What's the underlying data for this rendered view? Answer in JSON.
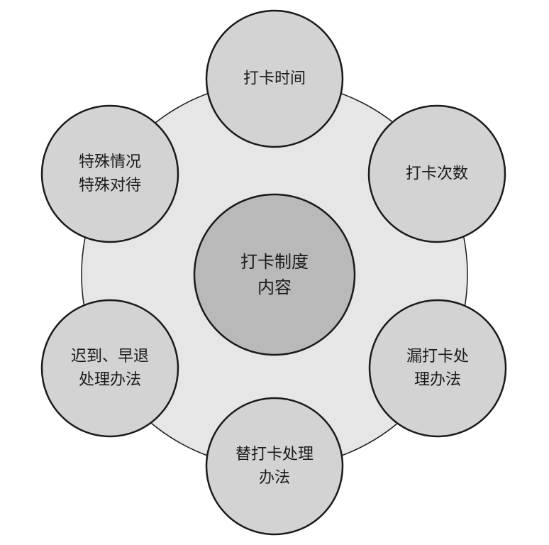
{
  "colors": {
    "outer_ring_fill": "#e6e6e6",
    "satellite_fill": "#d3d3d3",
    "center_fill": "#b9b9b9",
    "stroke": "#1a1a1a"
  },
  "center": {
    "lines": [
      "打卡制度",
      "内容"
    ]
  },
  "nodes": [
    {
      "id": "punch-time",
      "lines": [
        "打卡时间"
      ]
    },
    {
      "id": "punch-count",
      "lines": [
        "打卡次数"
      ]
    },
    {
      "id": "missed-punch",
      "lines": [
        "漏打卡处",
        "理办法"
      ]
    },
    {
      "id": "proxy-punch",
      "lines": [
        "替打卡处理",
        "办法"
      ]
    },
    {
      "id": "late-early",
      "lines": [
        "迟到、早退",
        "处理办法"
      ]
    },
    {
      "id": "special-case",
      "lines": [
        "特殊情况",
        "特殊对待"
      ]
    }
  ]
}
